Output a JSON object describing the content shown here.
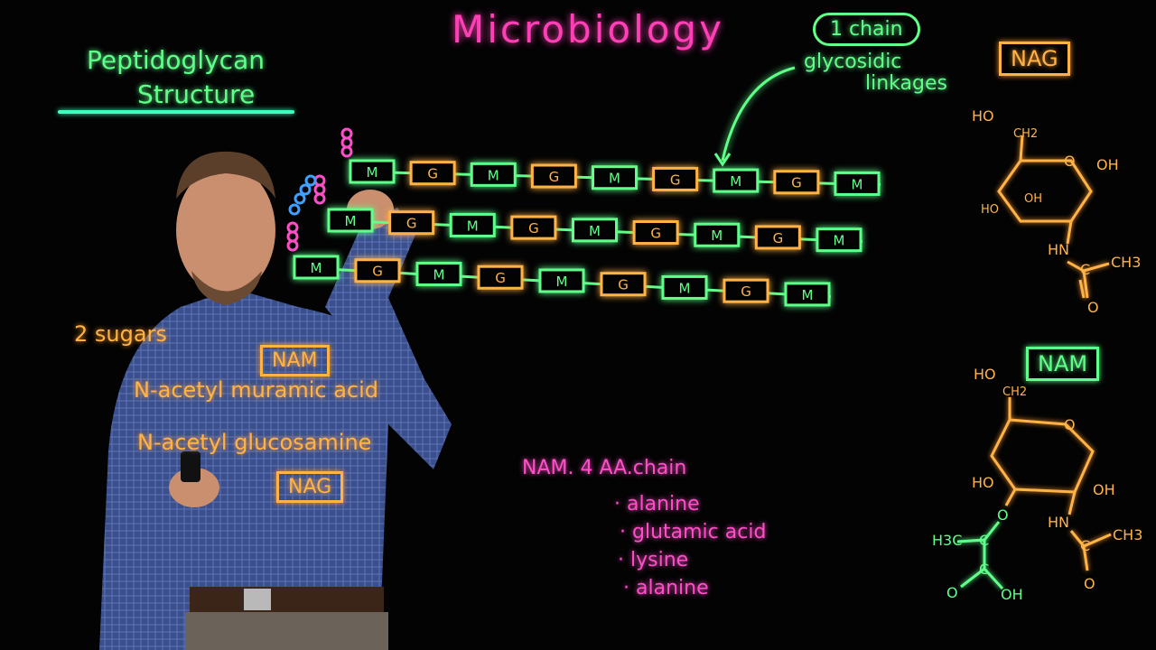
{
  "board": {
    "title": "Microbiology",
    "heading_line1": "Peptidoglycan",
    "heading_line2": "Structure",
    "chain_label": "1 chain",
    "linkage_line1": "glycosidic",
    "linkage_line2": "linkages",
    "sugars_label": "2 sugars",
    "nam_box": "NAM",
    "nam_full": "N-acetyl muramic acid",
    "nag_full": "N-acetyl glucosamine",
    "nag_box": "NAG",
    "aa_chain_title": "NAM. 4 AA.chain",
    "amino_acids": [
      "alanine",
      "glutamic acid",
      "lysine",
      "alanine"
    ],
    "nag_struct_label": "NAG",
    "nam_struct_label": "NAM",
    "chain_m": "M",
    "chain_g": "G",
    "nag_atoms": [
      "HO",
      "CH2",
      "O",
      "OH",
      "OH",
      "HO",
      "HN",
      "C",
      "CH3",
      "O"
    ],
    "nam_atoms": [
      "HO",
      "CH2",
      "O",
      "HO",
      "OH",
      "O",
      "H3C",
      "C",
      "C",
      "O",
      "OH",
      "HN",
      "C",
      "CH3",
      "O"
    ]
  },
  "colors": {
    "green": "#5fff8a",
    "orange": "#ffb347",
    "pink": "#ff4fc8",
    "background": "#030303"
  }
}
